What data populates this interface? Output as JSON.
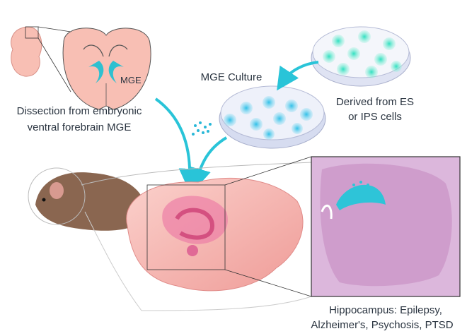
{
  "labels": {
    "mge": "MGE",
    "dissection_line1": "Dissection from embryonic",
    "dissection_line2": "ventral forebrain MGE",
    "mge_culture": "MGE Culture",
    "derived_line1": "Derived from ES",
    "derived_line2": "or IPS cells",
    "hippocampus_line1": "Hippocampus: Epilepsy,",
    "hippocampus_line2": "Alzheimer's, Psychosis, PTSD"
  },
  "colors": {
    "accent_cyan": "#29c4d8",
    "tissue_pink": "#f6b8ae",
    "brain_pink": "#f4a3a8",
    "section_purple": "#d9b2d8",
    "mouse_brown": "#8a6650",
    "text": "#2a3440"
  }
}
